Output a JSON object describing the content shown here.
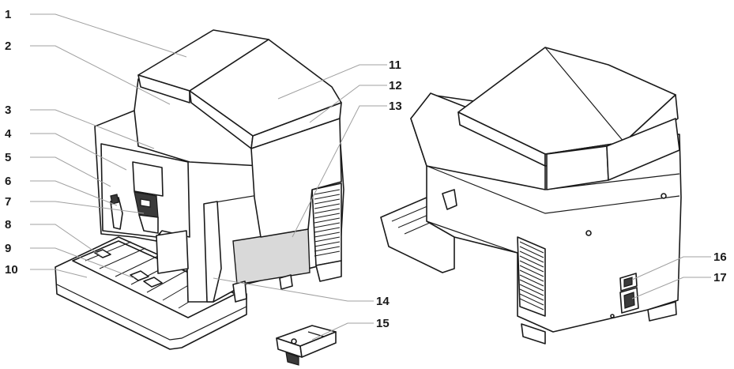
{
  "callouts": [
    {
      "id": "1",
      "label": "1"
    },
    {
      "id": "2",
      "label": "2"
    },
    {
      "id": "3",
      "label": "3"
    },
    {
      "id": "4",
      "label": "4"
    },
    {
      "id": "5",
      "label": "5"
    },
    {
      "id": "6",
      "label": "6"
    },
    {
      "id": "7",
      "label": "7"
    },
    {
      "id": "8",
      "label": "8"
    },
    {
      "id": "9",
      "label": "9"
    },
    {
      "id": "10",
      "label": "10"
    },
    {
      "id": "11",
      "label": "11"
    },
    {
      "id": "12",
      "label": "12"
    },
    {
      "id": "13",
      "label": "13"
    },
    {
      "id": "14",
      "label": "14"
    },
    {
      "id": "15",
      "label": "15"
    },
    {
      "id": "16",
      "label": "16"
    },
    {
      "id": "17",
      "label": "17"
    }
  ],
  "colors": {
    "outline": "#1a1a1a",
    "leader": "#a0a0a0",
    "display": "#3a3a3a"
  }
}
